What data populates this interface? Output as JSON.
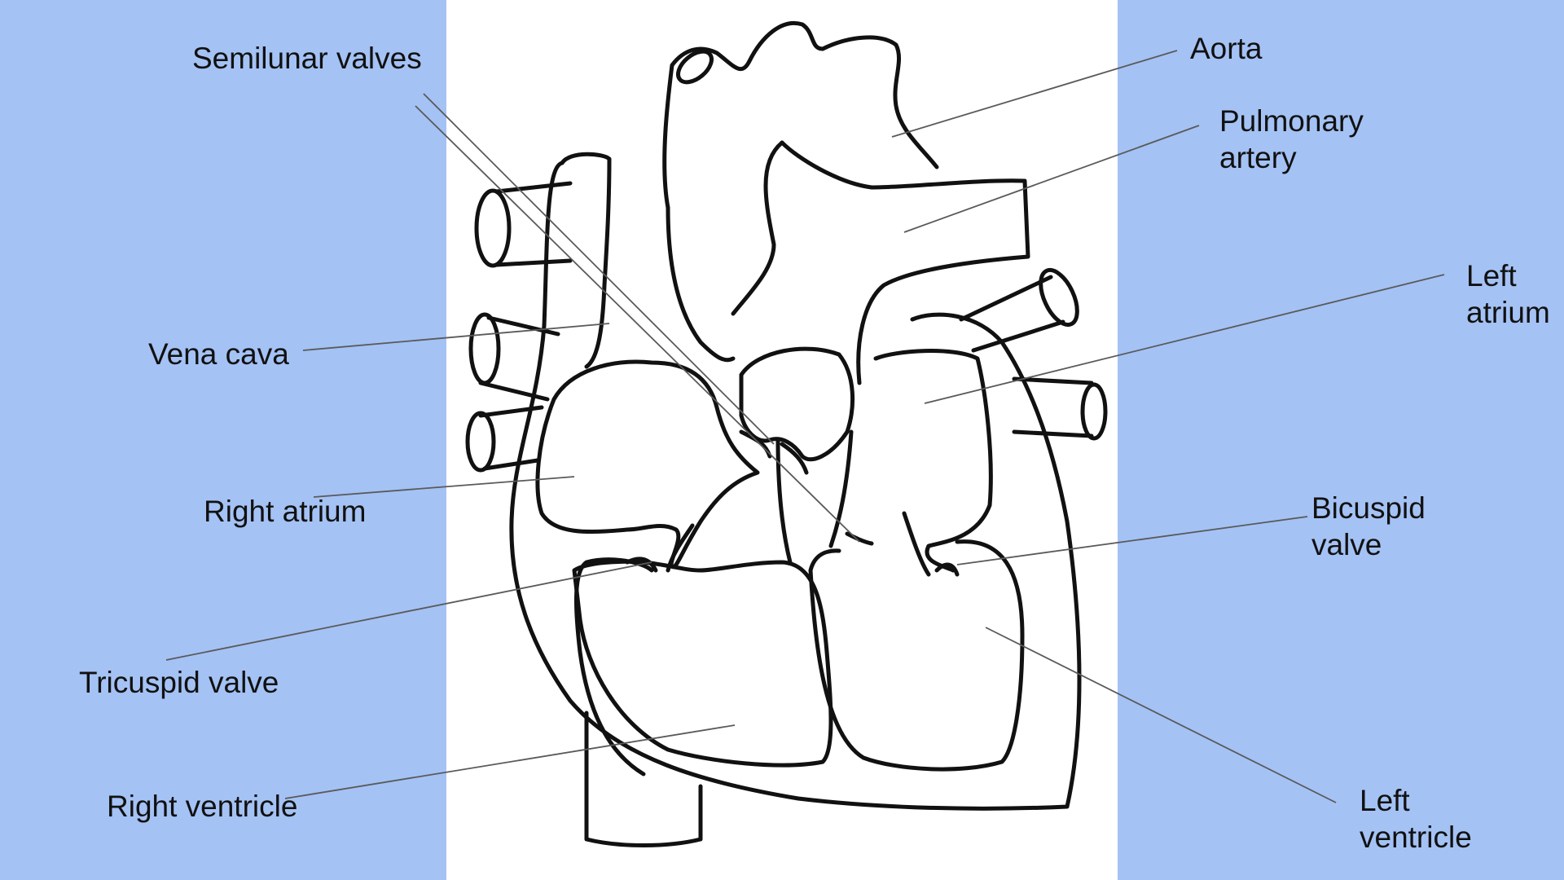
{
  "colors": {
    "background": "#a4c2f4",
    "panel": "#ffffff",
    "outline": "#111111",
    "leader": "#5a5a5a"
  },
  "labels": {
    "semilunar_valves": "Semilunar valves",
    "aorta": "Aorta",
    "pulmonary_artery": [
      "Pulmonary",
      "artery"
    ],
    "left_atrium": [
      "Left",
      "atrium"
    ],
    "vena_cava": "Vena cava",
    "right_atrium": "Right atrium",
    "bicuspid_valve": [
      "Bicuspid",
      "valve"
    ],
    "tricuspid_valve": "Tricuspid valve",
    "right_ventricle": "Right ventricle",
    "left_ventricle": [
      "Left",
      "ventricle"
    ]
  }
}
